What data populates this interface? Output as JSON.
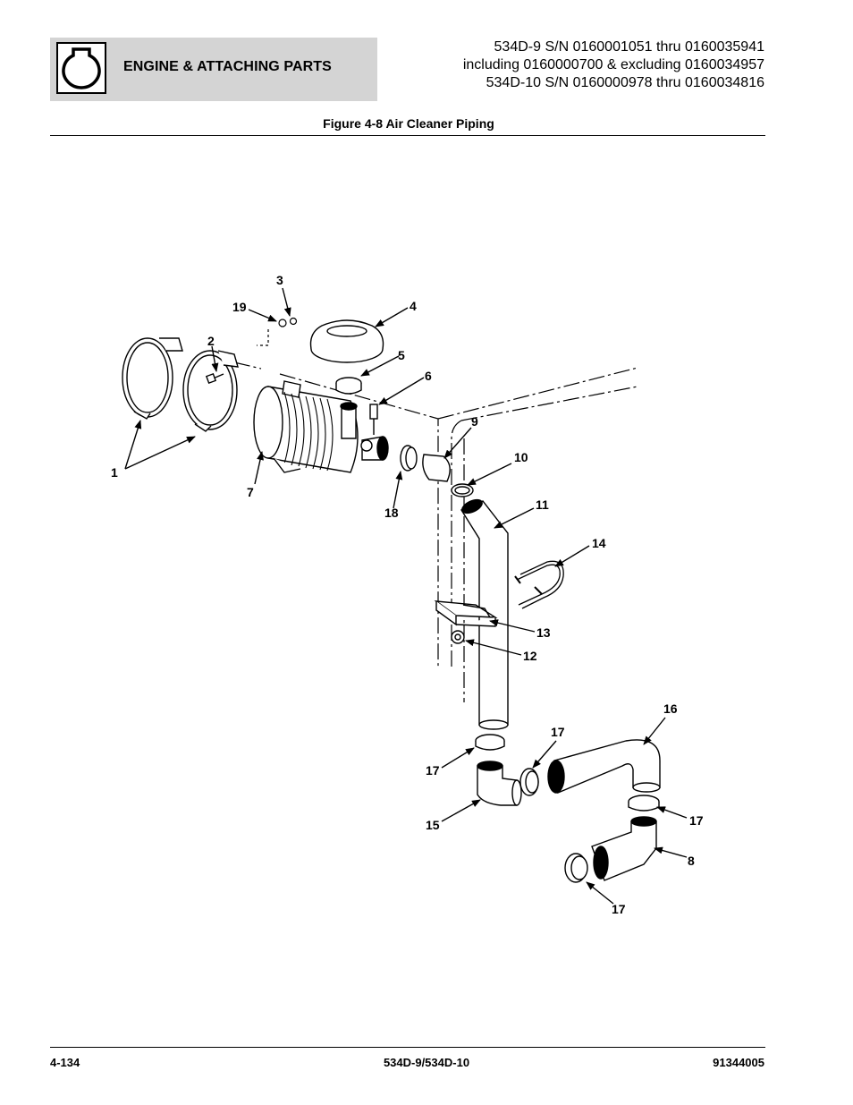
{
  "header": {
    "section_title": "ENGINE & ATTACHING PARTS",
    "serial_lines": [
      "534D-9 S/N 0160001051 thru 0160035941",
      "including 0160000700 & excluding 0160034957",
      "534D-10 S/N 0160000978 thru 0160034816"
    ],
    "section_icon": "engine-section-icon"
  },
  "figure": {
    "title": "Figure 4-8 Air Cleaner Piping",
    "callouts": {
      "c1": "1",
      "c2": "2",
      "c3": "3",
      "c4": "4",
      "c5": "5",
      "c6": "6",
      "c7": "7",
      "c8": "8",
      "c9": "9",
      "c10": "10",
      "c11": "11",
      "c12": "12",
      "c13": "13",
      "c14": "14",
      "c15": "15",
      "c16": "16",
      "c17a": "17",
      "c17b": "17",
      "c17c": "17",
      "c17d": "17",
      "c18": "18",
      "c19": "19"
    }
  },
  "footer": {
    "page_number": "4-134",
    "model": "534D-9/534D-10",
    "doc_number": "91344005"
  }
}
